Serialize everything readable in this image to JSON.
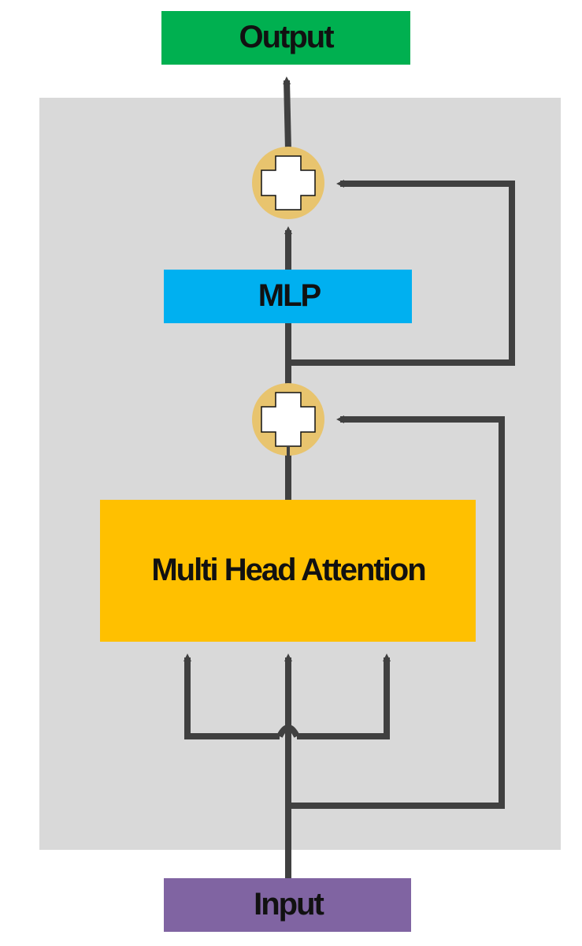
{
  "blocks": {
    "output": {
      "label": "Output",
      "color": "#00B050"
    },
    "mlp": {
      "label": "MLP",
      "color": "#00B0F0"
    },
    "attention": {
      "label": "Multi Head Attention",
      "color": "#FFC000"
    },
    "input": {
      "label": "Input",
      "color": "#8064A2"
    }
  },
  "container_color": "#D9D9D9",
  "add_node_color": "#E8C46E",
  "arrow_color": "#404040",
  "icons": {
    "add": "plus-icon"
  }
}
